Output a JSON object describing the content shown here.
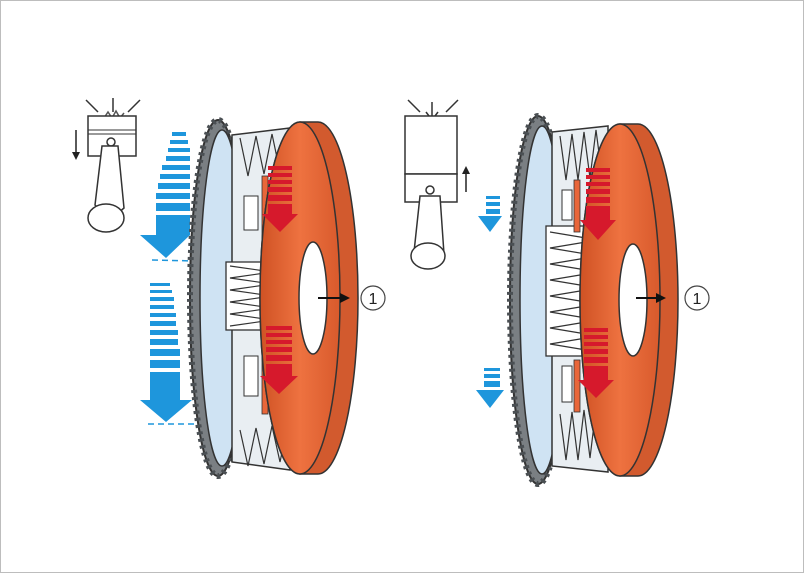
{
  "diagram": {
    "callouts": [
      {
        "id": "left",
        "label": "1"
      },
      {
        "id": "right",
        "label": "1"
      }
    ],
    "colors": {
      "disc": "#e8663a",
      "disc_edge": "#b84522",
      "ring": "#cfe3f3",
      "ring_edge": "#4a4a4a",
      "gear": "#5f6468",
      "spring": "#ffffff",
      "flow_blue": "#1e96dc",
      "force_red": "#d6192c",
      "outline": "#333333"
    },
    "icons": [
      "piston-icon",
      "spark-plug-icon",
      "force-arrow-icon"
    ]
  }
}
